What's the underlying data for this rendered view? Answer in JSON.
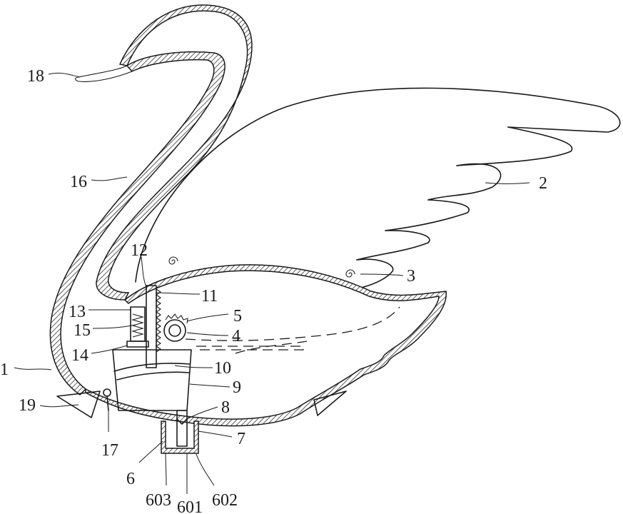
{
  "labels": {
    "l1": "1",
    "l2": "2",
    "l3": "3",
    "l4": "4",
    "l5": "5",
    "l6": "6",
    "l7": "7",
    "l8": "8",
    "l9": "9",
    "l10": "10",
    "l11": "11",
    "l12": "12",
    "l13": "13",
    "l14": "14",
    "l15": "15",
    "l16": "16",
    "l17": "17",
    "l18": "18",
    "l19": "19",
    "l601": "601",
    "l602": "602",
    "l603": "603"
  },
  "colors": {
    "stroke": "#1a1a1a",
    "background": "#ffffff"
  }
}
